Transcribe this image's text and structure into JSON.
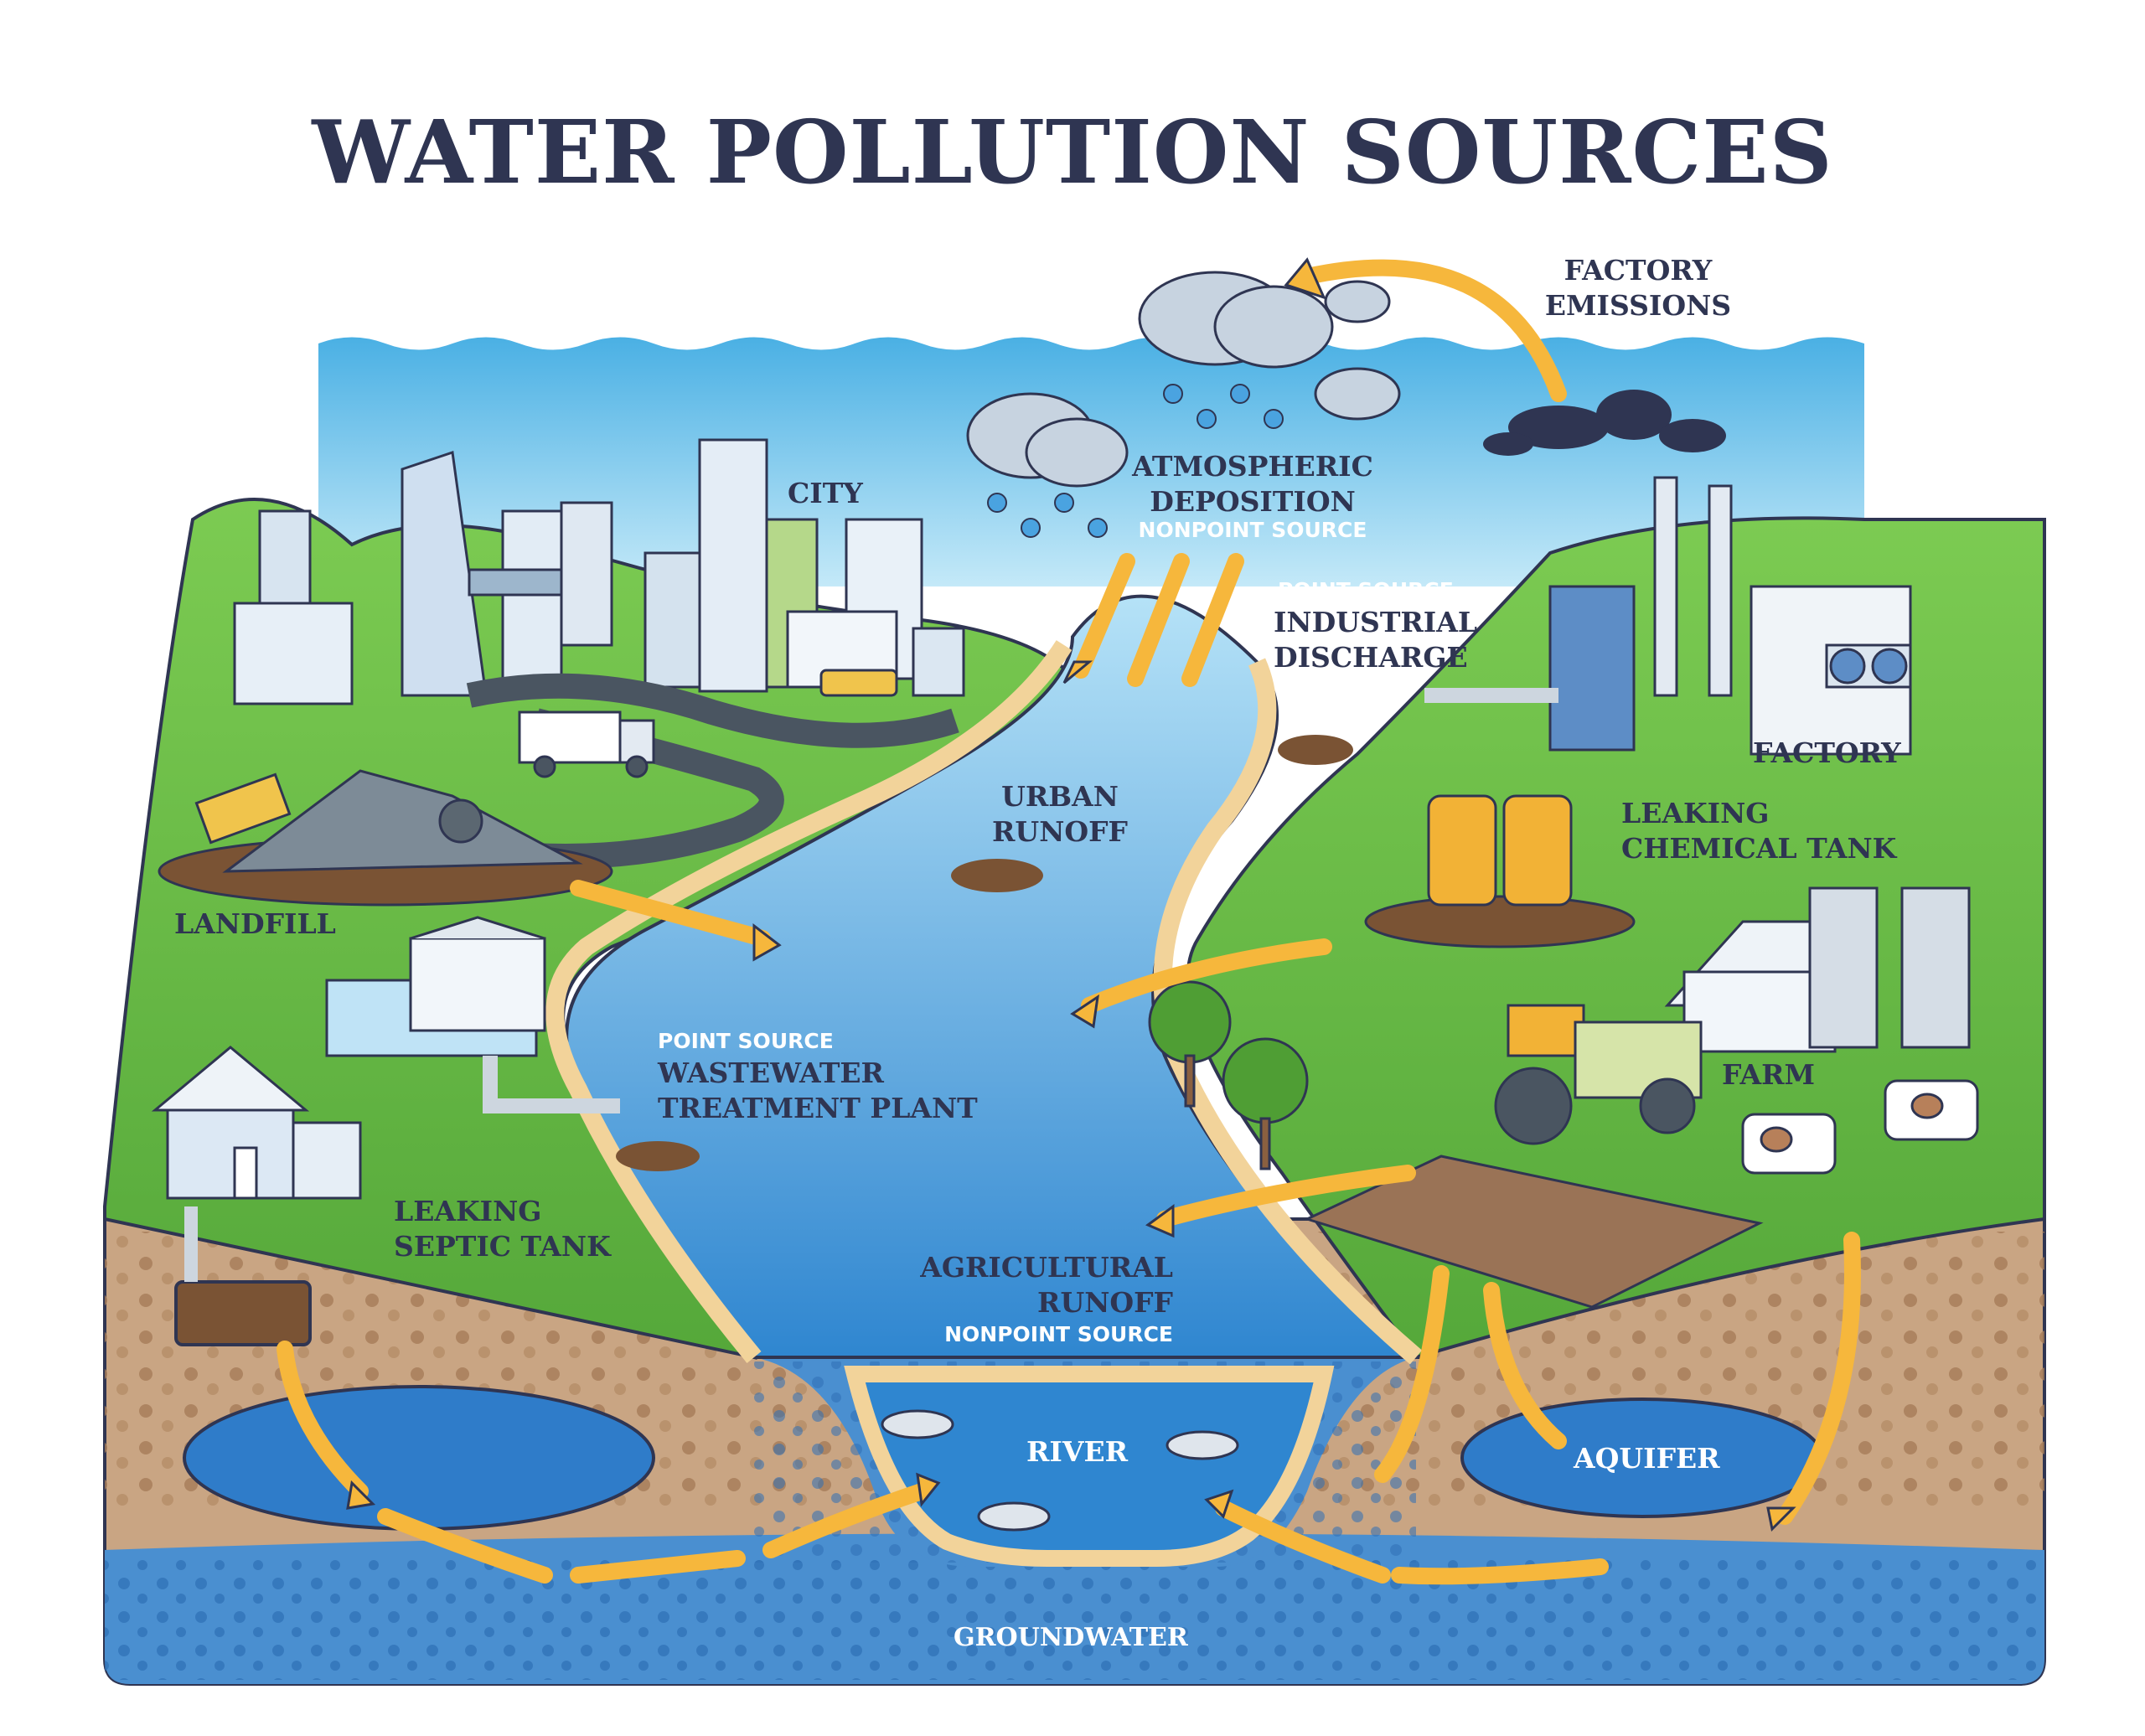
{
  "title": "WATER POLLUTION SOURCES",
  "labels": {
    "factory_emissions": [
      "FACTORY",
      "EMISSIONS"
    ],
    "atmospheric": [
      "ATMOSPHERIC",
      "DEPOSITION"
    ],
    "atmospheric_sub": "NONPOINT SOURCE",
    "city": "CITY",
    "industrial_sub": "POINT SOURCE",
    "industrial": [
      "INDUSTRIAL",
      "DISCHARGE"
    ],
    "factory": "FACTORY",
    "urban_runoff": [
      "URBAN",
      "RUNOFF"
    ],
    "leaking_chemical": [
      "LEAKING",
      "CHEMICAL TANK"
    ],
    "landfill": "LANDFILL",
    "farm": "FARM",
    "wastewater_sub": "POINT SOURCE",
    "wastewater": [
      "WASTEWATER",
      "TREATMENT PLANT"
    ],
    "septic": [
      "LEAKING",
      "SEPTIC TANK"
    ],
    "agricultural": [
      "AGRICULTURAL",
      "RUNOFF"
    ],
    "agricultural_sub": "NONPOINT SOURCE",
    "river": "RIVER",
    "aquifer": "AQUIFER",
    "groundwater": "GROUNDWATER"
  },
  "colors": {
    "title": "#2f3552",
    "sky": "#8fd0ee",
    "grass": "#6fbf4a",
    "soil": "#c9a583",
    "river": "#3d95d6",
    "groundwater": "#3f86c9",
    "arrow": "#f6b73c",
    "pollution": "#7a5334"
  }
}
